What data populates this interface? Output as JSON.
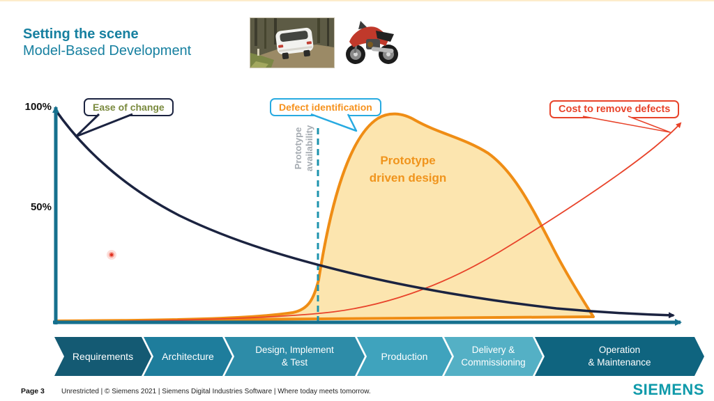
{
  "slide": {
    "title": "Setting the scene",
    "subtitle": "Model-Based Development",
    "footer": {
      "page": "Page 3",
      "classification": "Unrestricted | © Siemens 2021 | Siemens Digital Industries Software | Where today meets tomorrow.",
      "logo": "SIEMENS"
    }
  },
  "images": [
    {
      "name": "car-offroad-photo",
      "description": "white SUV driving on forest dirt track"
    },
    {
      "name": "motorcycle-photo",
      "description": "red and black touring motorcycle, side view"
    }
  ],
  "chart_data": {
    "type": "line",
    "title": "",
    "xlabel": "",
    "ylabel": "",
    "ylim": [
      0,
      100
    ],
    "xlim_pct": [
      0,
      100
    ],
    "grid": false,
    "y_ticks": [
      "100%",
      "50%"
    ],
    "annotations": {
      "ease_of_change_label": "Ease of change",
      "defect_identification_label": "Defect identification",
      "cost_label": "Cost to remove defects",
      "prototype_availability_label": "Prototype\navailability",
      "prototype_availability_x_pct": 42,
      "area_label": "Prototype\ndriven design"
    },
    "series": [
      {
        "name": "Ease of change",
        "style": "dark navy curve, arrow end",
        "x": [
          0,
          3,
          9,
          20,
          31,
          42,
          54,
          67,
          80,
          100
        ],
        "y": [
          100,
          85,
          69,
          50,
          38,
          26,
          19,
          11,
          7,
          3
        ]
      },
      {
        "name": "Defect identification (prototype driven design)",
        "style": "orange bell curve with light orange fill",
        "x": [
          0,
          20,
          39,
          42,
          44,
          46,
          49,
          54,
          58,
          68,
          74,
          77,
          82,
          86,
          100
        ],
        "y": [
          1,
          2,
          8,
          20,
          43,
          76,
          92,
          97,
          94,
          84,
          66,
          43,
          20,
          3,
          0
        ]
      },
      {
        "name": "Cost to remove defects",
        "style": "thin red rising curve, arrow end",
        "x": [
          0,
          25,
          42,
          54,
          63,
          72,
          80,
          89,
          96,
          100
        ],
        "y": [
          0,
          1,
          4,
          8,
          18,
          33,
          47,
          66,
          82,
          94
        ]
      }
    ],
    "colors": {
      "axis": "#16708e",
      "ease_curve": "#1b2340",
      "bell_stroke": "#ef8d15",
      "bell_fill": "#fce5af",
      "cost_curve": "#e8432a",
      "dashed_line": "#1d93ad",
      "ease_label_text": "#7a8a3e",
      "defect_box_border": "#27aae1",
      "defect_label_text": "#f6921e",
      "area_text": "#f0941c"
    }
  },
  "process": {
    "stages": [
      {
        "label": "Requirements"
      },
      {
        "label": "Architecture"
      },
      {
        "label": "Design, Implement\n& Test"
      },
      {
        "label": "Production"
      },
      {
        "label": "Delivery &\nCommissioning"
      },
      {
        "label": "Operation\n& Maintenance"
      }
    ]
  }
}
